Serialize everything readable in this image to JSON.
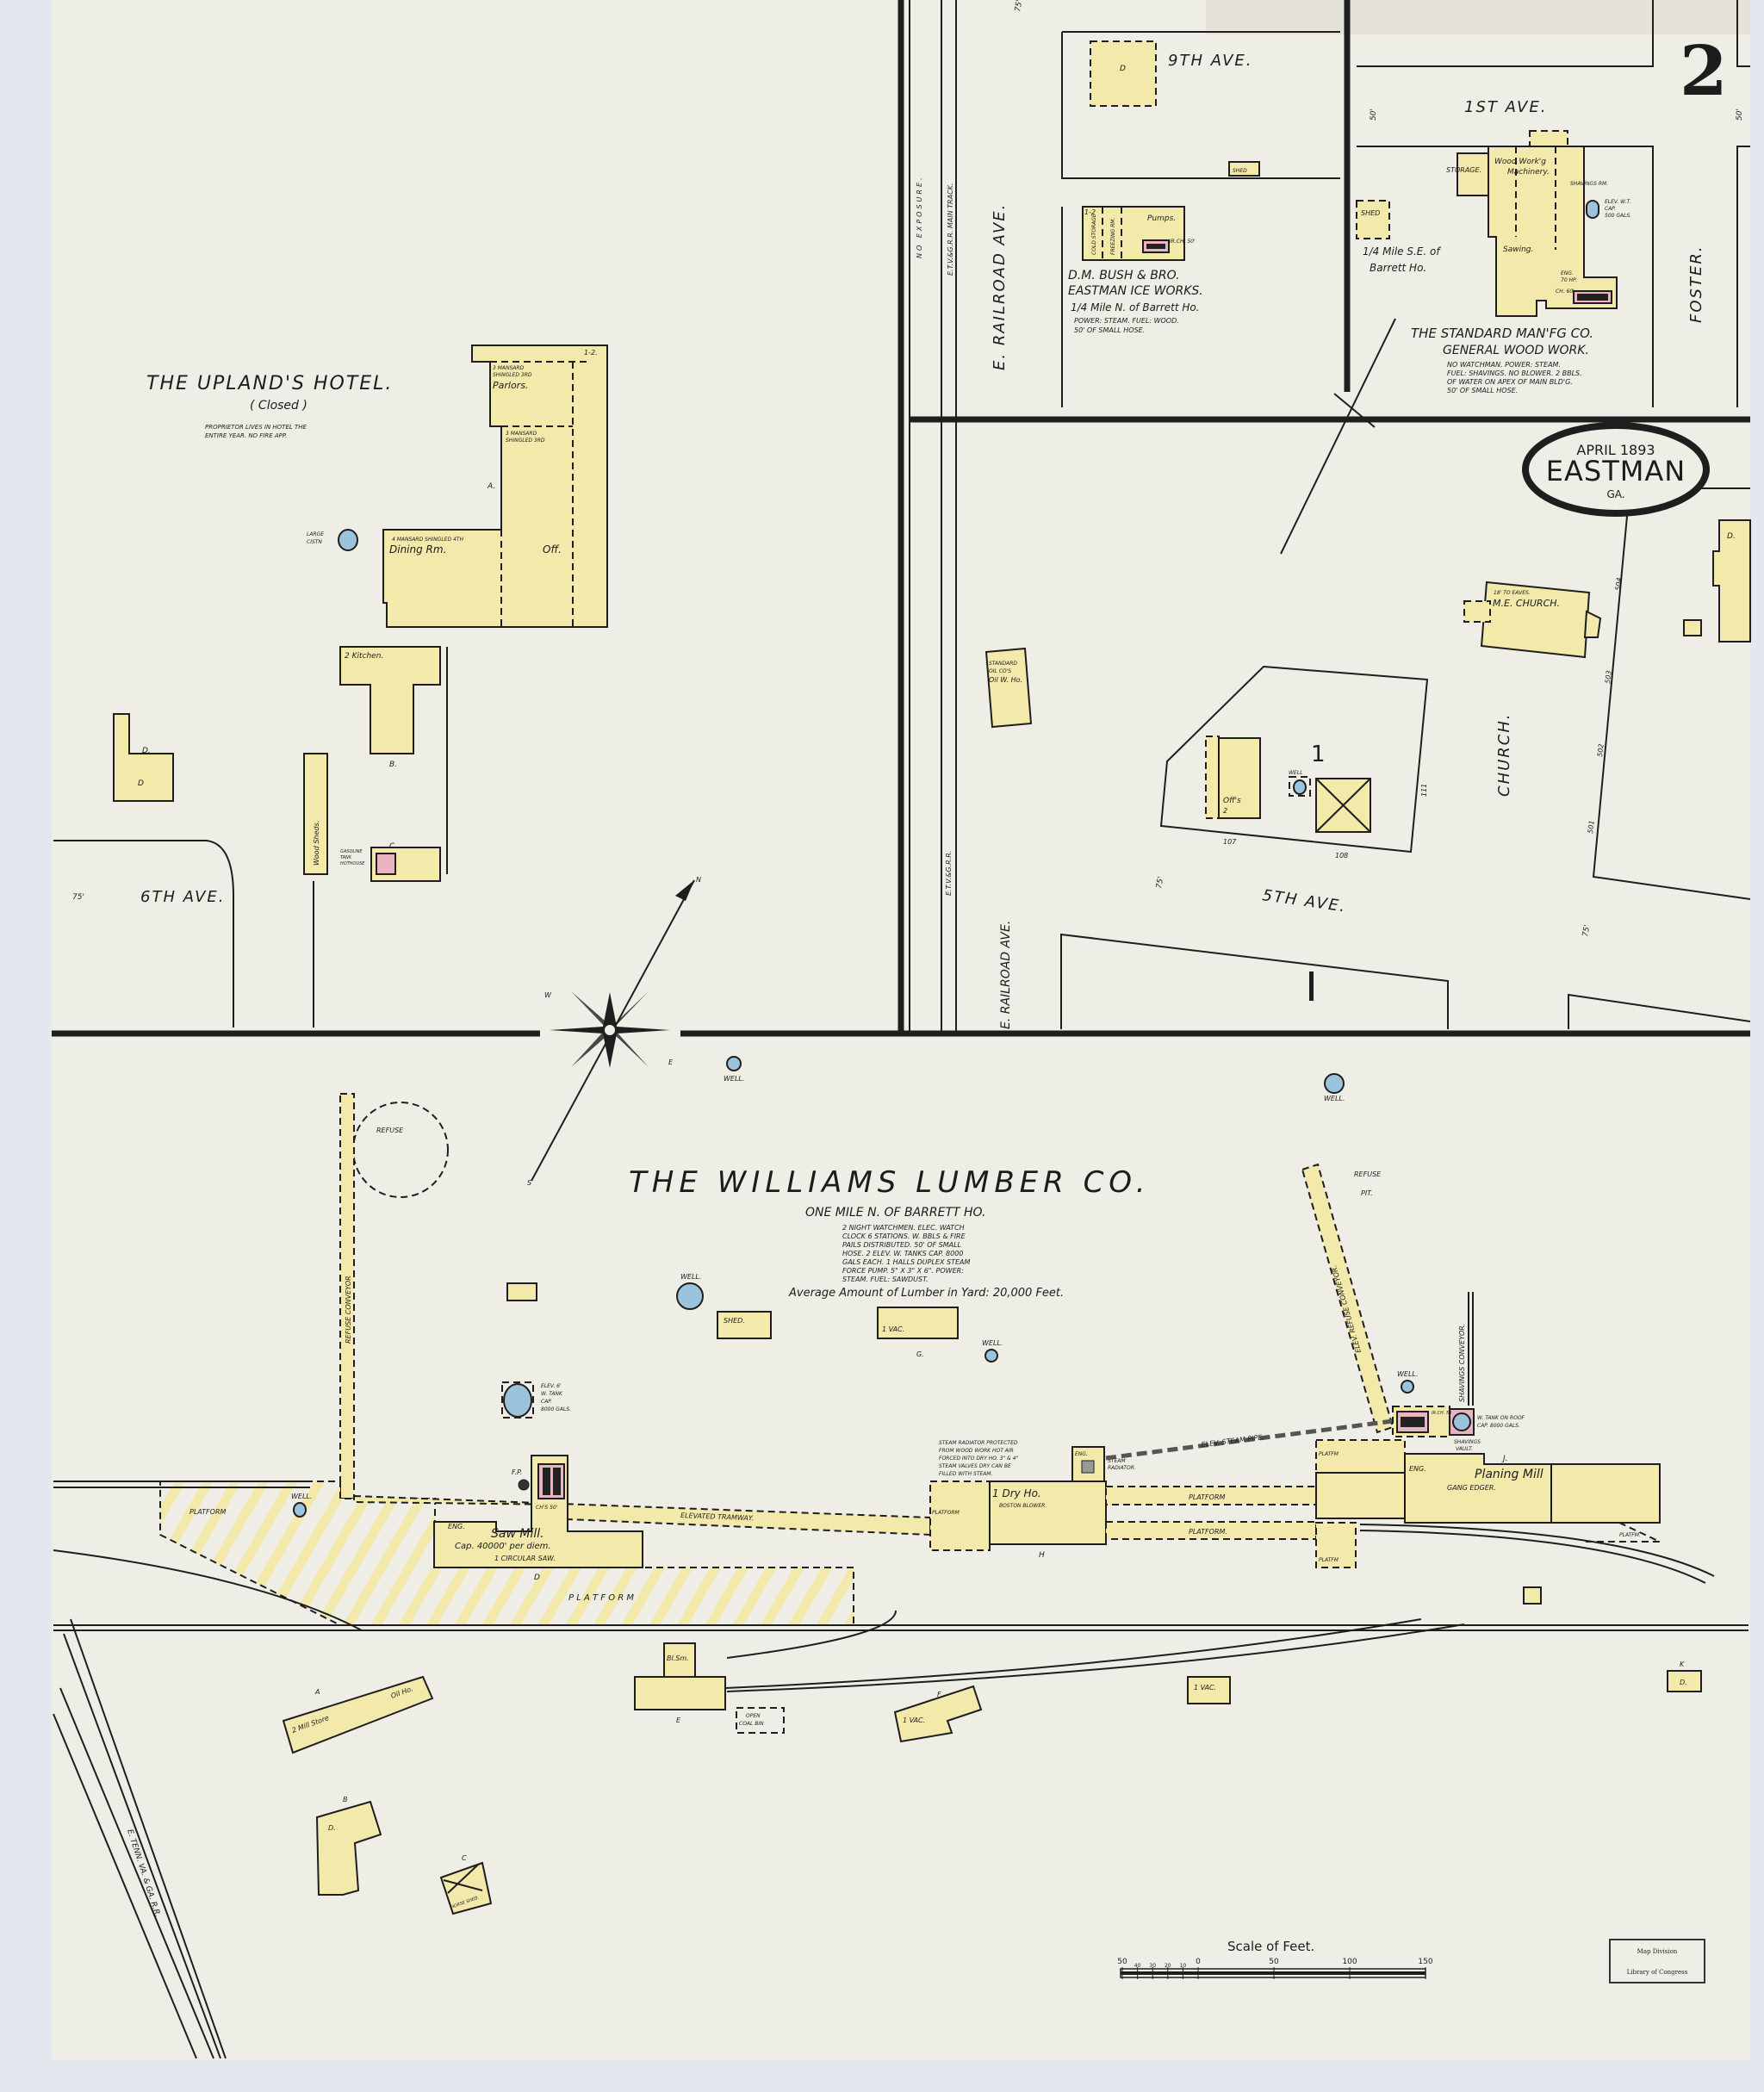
{
  "sheet": {
    "number": "2",
    "title": {
      "date": "APRIL 1893",
      "town": "EASTMAN",
      "state": "GA."
    }
  },
  "colors": {
    "paper": "#efeee6",
    "frame": "#f3e9ab",
    "water": "#9cc3dc",
    "brick": "#e9b4c0",
    "ink": "#1e1e1e"
  },
  "streets": {
    "ninth_ave": "9TH AVE.",
    "first_ave": "1ST AVE.",
    "foster": "FOSTER.",
    "railroad_ave_top": "E. RAILROAD AVE.",
    "railroad_ave_bottom": "E. RAILROAD AVE.",
    "no_exposure": "NO EXPOSURE.",
    "main_track": "E.T.V.&G.R.R. MAIN TRACK.",
    "etvg_rr": "E.T.V.&G.R.R.",
    "sixth_ave": "6TH AVE.",
    "fifth_ave": "5TH AVE.",
    "church": "CHURCH.",
    "etenn_rr": "E. TENN. VA. & GA. R.R.",
    "width_50a": "50'",
    "width_50b": "50'",
    "width_75a": "75'",
    "width_75b": "75'",
    "width_75c": "75'",
    "width_75d": "75'"
  },
  "lots": [
    "107",
    "108",
    "111",
    "501",
    "502",
    "503",
    "504"
  ],
  "block_number": "1",
  "ice_works": {
    "name": "D.M. BUSH & BRO.",
    "subtitle": "EASTMAN ICE WORKS.",
    "location": "1/4 Mile N. of Barrett Ho.",
    "notes": [
      "POWER: STEAM. FUEL: WOOD.",
      "50' OF SMALL HOSE."
    ],
    "rooms": {
      "stories": "1-2",
      "cold": "COLD STORAGE",
      "freezing": "FREEZING RM.",
      "pumps": "Pumps.",
      "chimney": "IR.CH. 50'"
    },
    "d_label": "D",
    "shed": "SHED"
  },
  "standard_mfg": {
    "name": "THE STANDARD MAN'FG CO.",
    "subtitle": "GENERAL WOOD WORK.",
    "location": [
      "1/4 Mile S.E. of",
      "Barrett Ho."
    ],
    "notes": [
      "NO WATCHMAN. POWER: STEAM.",
      "FUEL: SHAVINGS. NO BLOWER. 2 BBLS.",
      "OF WATER ON APEX OF MAIN BLD'G.",
      "50' OF SMALL HOSE."
    ],
    "rooms": {
      "storage": "STORAGE.",
      "wood1": "Wood Work'g",
      "wood2": "Machinery.",
      "shavings": "SHAVINGS RM.",
      "tank": [
        "ELEV. W.T.",
        "CAP.",
        "500 GALS."
      ],
      "sawing": "Sawing.",
      "eng": [
        "ENG.",
        "70 HP.",
        "CH. 60'"
      ],
      "shed": "SHED"
    }
  },
  "church": {
    "eaves": "18' TO EAVES.",
    "name": "M.E. CHURCH."
  },
  "standard_oil": [
    "STANDARD",
    "OIL CO'S",
    "Oil W. Ho."
  ],
  "lot1": {
    "well": "WELL",
    "offs": "Off's",
    "stories": "2"
  },
  "right_edge_label": "D.",
  "hotel": {
    "name": "THE UPLAND'S HOTEL.",
    "status": "( Closed )",
    "notes": [
      "PROPRIETOR LIVES IN HOTEL THE",
      "ENTIRE YEAR. NO FIRE APP."
    ],
    "stories_top": "1-2.",
    "parlors": [
      "3 MANSARD",
      "SHINGLED 3RD",
      "Parlors."
    ],
    "mid": [
      "3 MANSARD",
      "SHINGLED 3RD"
    ],
    "dining": {
      "roof": "4 MANSARD SHINGLED 4TH",
      "room": "Dining Rm.",
      "office": "Off."
    },
    "label_a": "A.",
    "kitchen": "2 Kitchen.",
    "label_b": "B.",
    "cistern": [
      "LARGE",
      "CISTN"
    ],
    "wood_sheds": "Wood Sheds.",
    "gasoline": [
      "GASOLINE",
      "TANK",
      "HOTHOUSE"
    ],
    "label_c": "C.",
    "d1": "D.",
    "d2": "D"
  },
  "compass": {
    "n": "N",
    "w": "W",
    "e": "E",
    "s": "S"
  },
  "lumber": {
    "name": "THE  WILLIAMS  LUMBER  CO.",
    "location": "ONE MILE N. OF BARRETT HO.",
    "notes": [
      "2 NIGHT WATCHMEN. ELEC. WATCH",
      "CLOCK 6 STATIONS. W. BBLS & FIRE",
      "PAILS DISTRIBUTED. 50' OF SMALL",
      "HOSE. 2 ELEV. W. TANKS CAP. 8000",
      "GALS EACH. 1 HALLS DUPLEX STEAM",
      "FORCE PUMP. 5\" X 3\" X 6\". POWER:",
      "STEAM. FUEL: SAWDUST."
    ],
    "average": "Average Amount of Lumber in Yard: 20,000 Feet.",
    "refuse": "REFUSE",
    "refuse_conveyor": "REFUSE CONVEYOR",
    "refuse_pit": [
      "REFUSE",
      "PIT."
    ],
    "elev_refuse_conveyor": "ELEV. REFUSE CONVEYOR.",
    "shavings_conveyor": "SHAVINGS CONVEYOR.",
    "well": "WELL.",
    "tank": [
      "ELEV. 6'",
      "W. TANK",
      "CAP.",
      "8000 GALS."
    ],
    "shed": "SHED.",
    "vac": "1 VAC.",
    "label_g": "G.",
    "platform": "PLATFORM",
    "platform_d": "P L A T F O R M",
    "saw_mill": {
      "eng": "ENG.",
      "name": "Saw Mill.",
      "cap": "Cap. 40000' per diem.",
      "saw": "1 CIRCULAR SAW.",
      "fp": "F.P.",
      "chimneys": "CH'S 50'",
      "label": "D"
    },
    "tramway": "ELEVATED TRAMWAY.",
    "dry_house": {
      "note": [
        "STEAM RADIATOR PROTECTED",
        "FROM WOOD WORK HOT AIR",
        "FORCED INTO DRY HO. 3\" & 4\"",
        "STEAM VALVES DRY CAN BE",
        "FILLED WITH STEAM."
      ],
      "eng": "ENG.",
      "radiator": [
        "STEAM",
        "RADIATOR."
      ],
      "name": "1 Dry Ho.",
      "blower": "BOSTON BLOWER.",
      "label": "H"
    },
    "steam_pipe": "ELEV. STEAM PIPE.",
    "platforms_mid": [
      "PLATFORM",
      "PLATFORM."
    ],
    "planing": {
      "platfm_top": "PLATFM",
      "platfm_bottom": "PLATFM",
      "platfm_right": "PLATFM.",
      "eng": "ENG.",
      "label": "J.",
      "name": "Planing  Mill",
      "edger": "GANG EDGER.",
      "tank": [
        "W. TANK ON ROOF",
        "CAP. 8000 GALS."
      ],
      "vault": [
        "SHAVINGS",
        "VAULT."
      ],
      "chimney": "IR.CH. 58",
      "well": "WELL."
    },
    "outbuildings": {
      "bl_sm": "Bl.Sm.",
      "label_e": "E",
      "coal": [
        "OPEN",
        "COAL BIN"
      ],
      "vac_f": "1 VAC.",
      "label_f": "F",
      "vac2": "1 VAC.",
      "label_k": "K",
      "d_k": "D.",
      "mill_store": "2 Mill Store",
      "oil_ho": "Oil Ho.",
      "label_a": "A",
      "label_b": "B",
      "b_d": "D.",
      "label_c": "C",
      "horse_shed": "HORSE SHED."
    }
  },
  "scale": {
    "title": "Scale of Feet.",
    "ticks": [
      "50",
      "40",
      "30",
      "20",
      "10",
      "0",
      "50",
      "100",
      "150"
    ]
  },
  "stamp": {
    "line1": "Map Division",
    "line2": "Library of Congress"
  }
}
